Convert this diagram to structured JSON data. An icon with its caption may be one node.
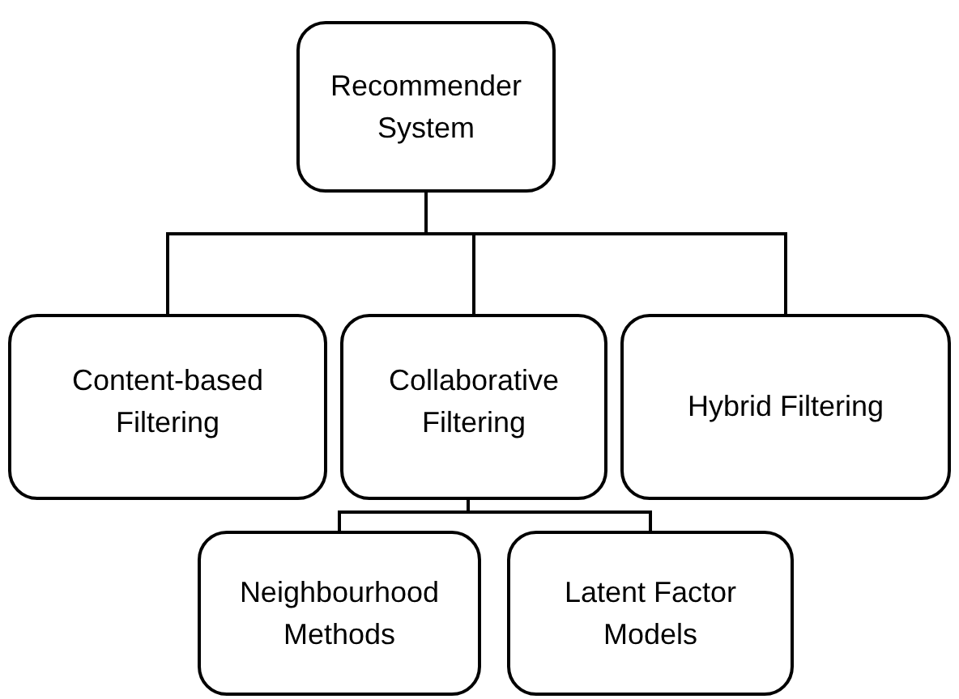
{
  "diagram": {
    "nodes": [
      {
        "text": [
          "Recommender System"
        ]
      },
      {
        "text": [
          "Content-based Filtering"
        ]
      },
      {
        "text": [
          "Collaborative Filtering"
        ]
      },
      {
        "text": [
          "Hybrid Filtering"
        ]
      },
      {
        "text": [
          "Neighbourhood Methods"
        ]
      },
      {
        "text": [
          "Latent Factor Models"
        ]
      }
    ],
    "edges": [
      {
        "from": 0,
        "to": 1,
        "arrow": "none"
      },
      {
        "from": 0,
        "to": 2,
        "arrow": "none"
      },
      {
        "from": 0,
        "to": 3,
        "arrow": "none"
      },
      {
        "from": 2,
        "to": 4,
        "arrow": "none"
      },
      {
        "from": 2,
        "to": 5,
        "arrow": "none"
      }
    ]
  }
}
